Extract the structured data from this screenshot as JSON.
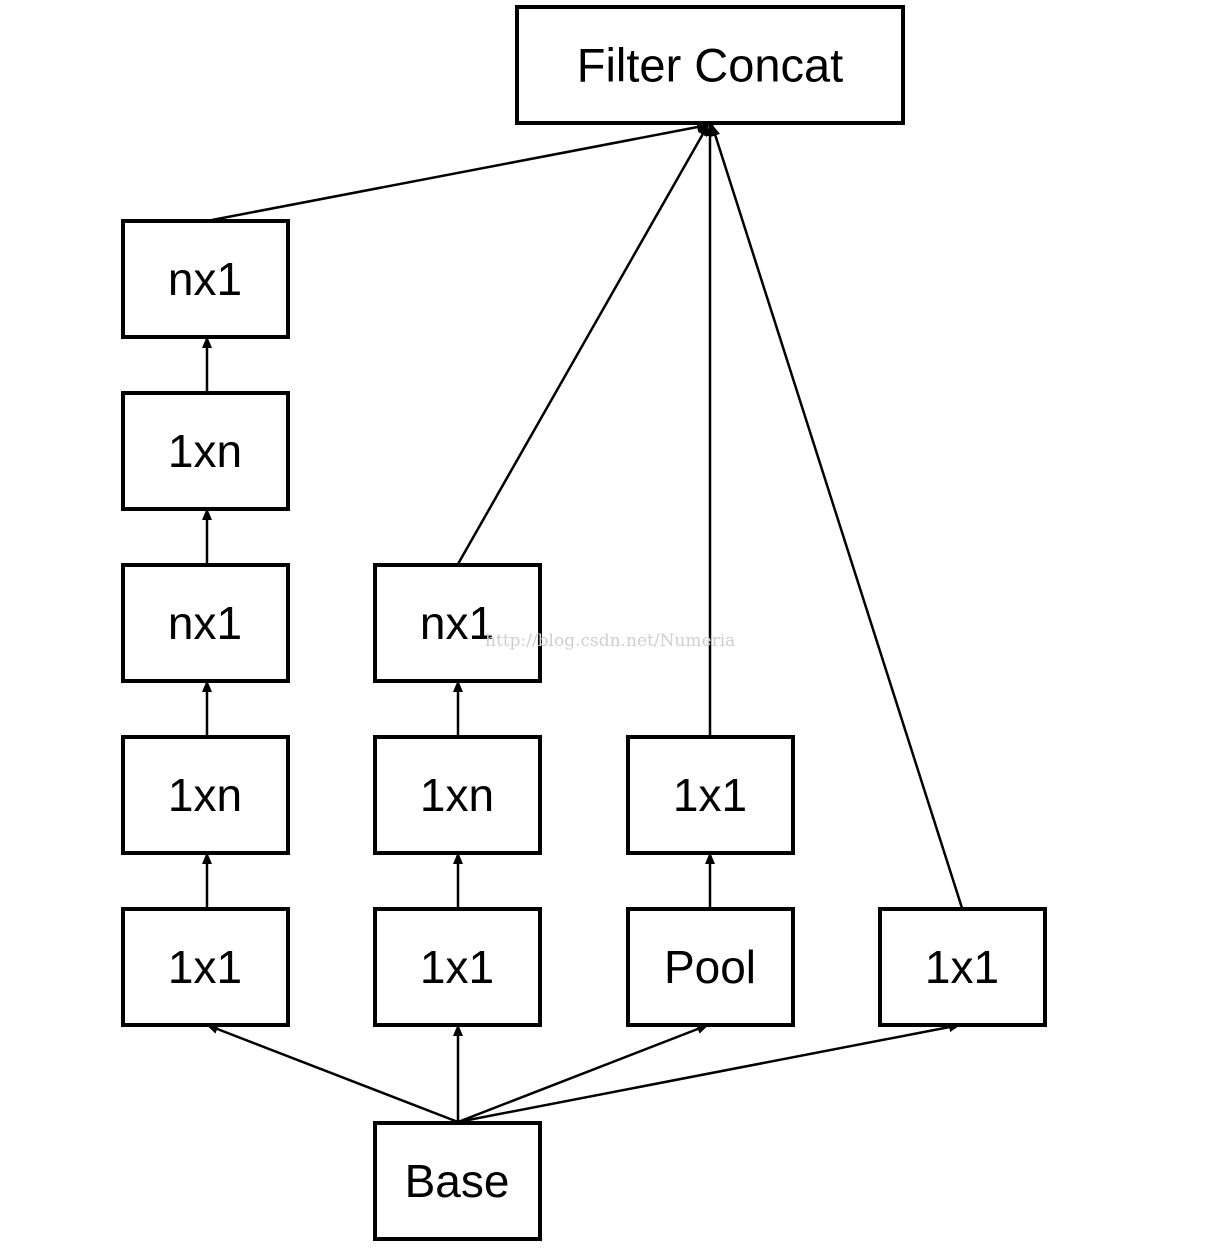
{
  "diagram": {
    "nodes": {
      "filter_concat": "Filter Concat",
      "base": "Base",
      "b1_1x1": "1x1",
      "b1_1xn_a": "1xn",
      "b1_nx1_a": "nx1",
      "b1_1xn_b": "1xn",
      "b1_nx1_b": "nx1",
      "b2_1x1": "1x1",
      "b2_1xn": "1xn",
      "b2_nx1": "nx1",
      "b3_pool": "Pool",
      "b3_1x1": "1x1",
      "b4_1x1": "1x1"
    },
    "watermark": "http://blog.csdn.net/Numeria"
  }
}
